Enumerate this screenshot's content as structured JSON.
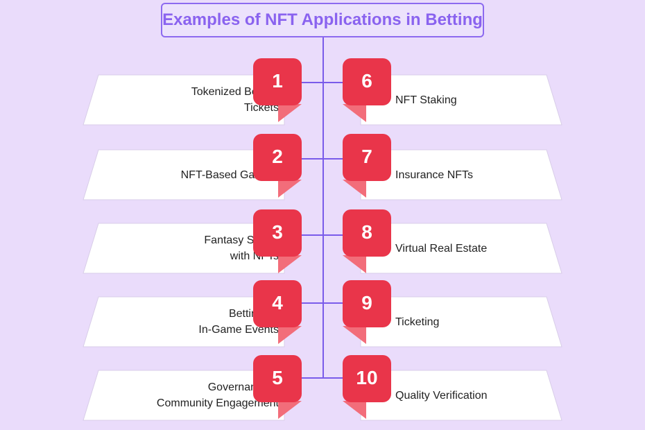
{
  "title": "Examples of NFT Applications in Betting",
  "colors": {
    "background": "#eadcfb",
    "title_text": "#8a63ef",
    "title_border": "#8d6af0",
    "connector": "#7a5bea",
    "badge": "#e9354a",
    "badge_fold": "#f26d7a",
    "card": "#ffffff"
  },
  "items": [
    {
      "number": "1",
      "lines": [
        "Tokenized Betting",
        "Tickets"
      ]
    },
    {
      "number": "2",
      "lines": [
        "NFT-Based Gaming"
      ]
    },
    {
      "number": "3",
      "lines": [
        "Fantasy Sports",
        "with NFTs"
      ]
    },
    {
      "number": "4",
      "lines": [
        "Betting on",
        "In-Game Events"
      ]
    },
    {
      "number": "5",
      "lines": [
        "Governance &",
        "Community Engagement"
      ]
    },
    {
      "number": "6",
      "lines": [
        "NFT Staking"
      ]
    },
    {
      "number": "7",
      "lines": [
        "Insurance NFTs"
      ]
    },
    {
      "number": "8",
      "lines": [
        "Virtual Real Estate"
      ]
    },
    {
      "number": "9",
      "lines": [
        "Ticketing"
      ]
    },
    {
      "number": "10",
      "lines": [
        "Quality Verification"
      ]
    }
  ]
}
